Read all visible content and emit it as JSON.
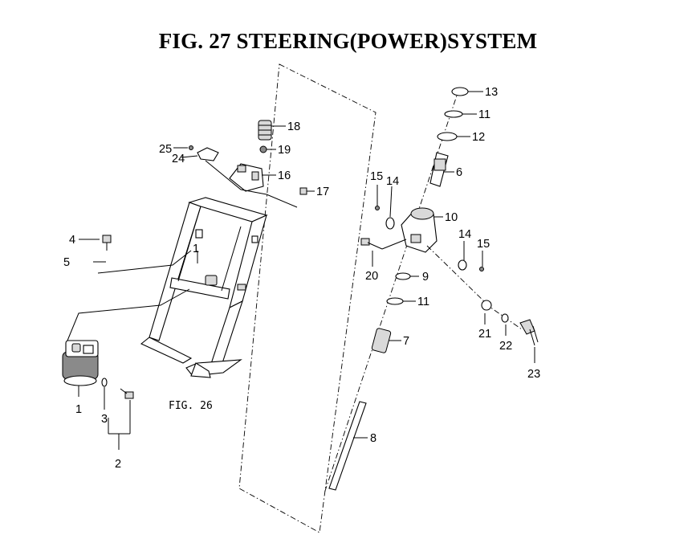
{
  "title": "FIG. 27  STEERING(POWER)SYSTEM",
  "ref_figure": "FIG. 26",
  "callouts": {
    "p1": "1",
    "p1b": "1",
    "p2": "2",
    "p3": "3",
    "p4": "4",
    "p5": "5",
    "p6": "6",
    "p7": "7",
    "p8": "8",
    "p9": "9",
    "p10": "10",
    "p11a": "11",
    "p11b": "11",
    "p12": "12",
    "p13": "13",
    "p14a": "14",
    "p14b": "14",
    "p15a": "15",
    "p15b": "15",
    "p16": "16",
    "p17": "17",
    "p18": "18",
    "p19": "19",
    "p20": "20",
    "p21": "21",
    "p22": "22",
    "p23": "23",
    "p24": "24",
    "p25": "25"
  }
}
